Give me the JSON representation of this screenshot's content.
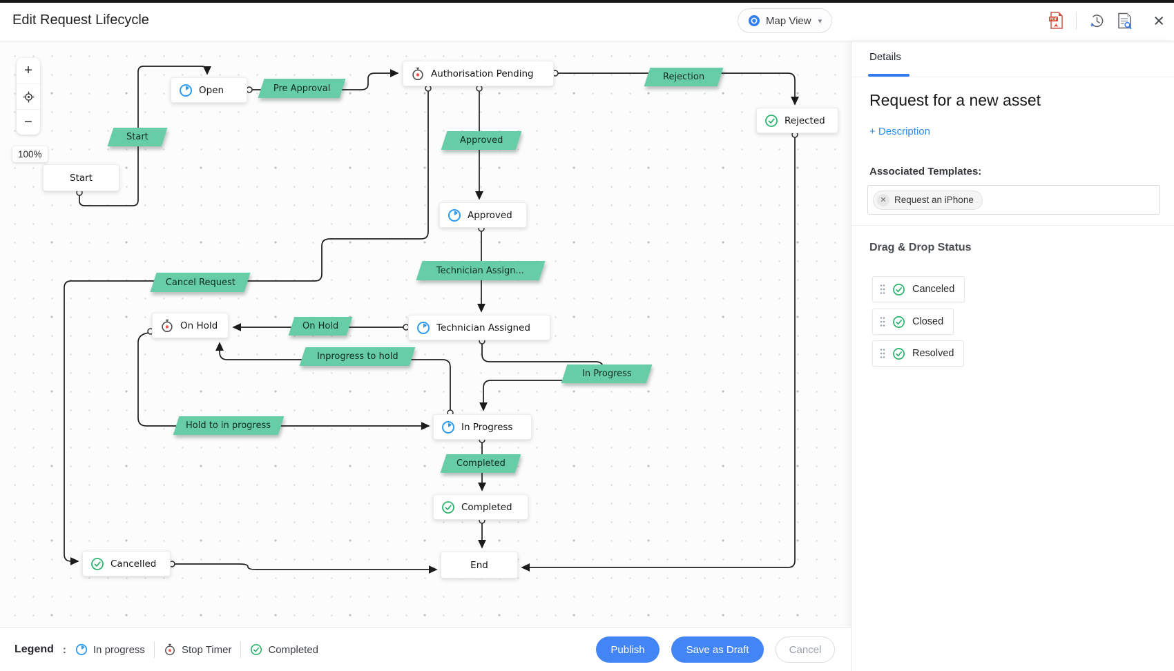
{
  "header": {
    "title": "Edit Request Lifecycle",
    "view_selector": "Map View",
    "close_glyph": "×"
  },
  "colors": {
    "accent_blue": "#4385f4",
    "transition_green": "#67cda7",
    "in_progress_blue": "#2d9bf0",
    "completed_green": "#2bb46c",
    "stop_timer_red": "#f55449"
  },
  "canvas": {
    "zoom_level": "100%",
    "nodes": [
      {
        "label": "Start",
        "icon": "none"
      },
      {
        "label": "Open",
        "icon": "in-progress"
      },
      {
        "label": "Authorisation Pending",
        "icon": "stop-timer"
      },
      {
        "label": "Rejected",
        "icon": "completed"
      },
      {
        "label": "Approved",
        "icon": "in-progress"
      },
      {
        "label": "Technician Assigned",
        "icon": "in-progress"
      },
      {
        "label": "On Hold",
        "icon": "stop-timer"
      },
      {
        "label": "In Progress",
        "icon": "in-progress"
      },
      {
        "label": "Completed",
        "icon": "completed"
      },
      {
        "label": "End",
        "icon": "none"
      },
      {
        "label": "Cancelled",
        "icon": "completed"
      }
    ],
    "transitions": [
      {
        "label": "Start"
      },
      {
        "label": "Pre Approval"
      },
      {
        "label": "Approved"
      },
      {
        "label": "Rejection"
      },
      {
        "label": "Technician Assign..."
      },
      {
        "label": "Cancel Request"
      },
      {
        "label": "On Hold"
      },
      {
        "label": "Inprogress to hold"
      },
      {
        "label": "In Progress"
      },
      {
        "label": "Hold to in progress"
      },
      {
        "label": "Completed"
      }
    ]
  },
  "panel": {
    "tab": "Details",
    "title": "Request for a new asset",
    "description_link": "+ Description",
    "templates_label": "Associated Templates:",
    "template_chip": "Request an iPhone",
    "chip_close_glyph": "✕",
    "dragdrop_title": "Drag & Drop Status",
    "statuses": [
      {
        "label": "Canceled"
      },
      {
        "label": "Closed"
      },
      {
        "label": "Resolved"
      }
    ]
  },
  "footer": {
    "legend_label": "Legend",
    "legend_colon": ":",
    "legend_items": [
      {
        "label": "In progress"
      },
      {
        "label": "Stop Timer"
      },
      {
        "label": "Completed"
      }
    ],
    "publish_label": "Publish",
    "save_draft_label": "Save as Draft",
    "cancel_label": "Cancel"
  }
}
